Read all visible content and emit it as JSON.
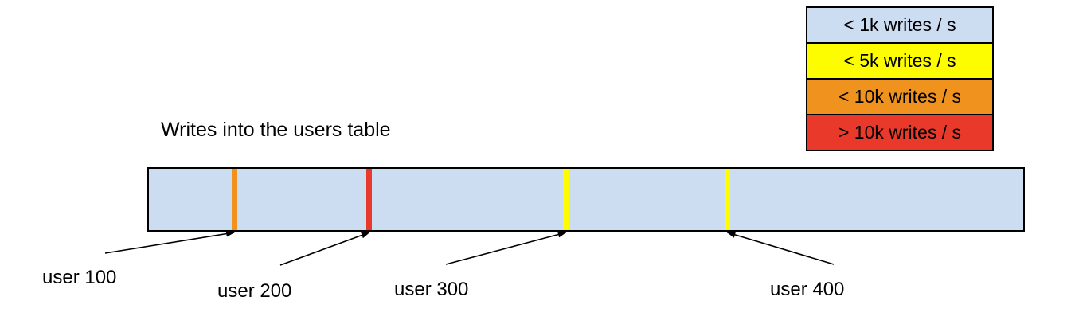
{
  "title": "Writes into the users table",
  "palette": {
    "light_blue": "#ccdcf1",
    "yellow": "#fdfd00",
    "orange": "#f0931e",
    "red": "#e8392a",
    "outline": "#000000"
  },
  "legend": {
    "items": [
      {
        "label": "< 1k writes / s",
        "color_key": "light_blue"
      },
      {
        "label": "< 5k writes / s",
        "color_key": "yellow"
      },
      {
        "label": "< 10k writes / s",
        "color_key": "orange"
      },
      {
        "label": "> 10k writes / s",
        "color_key": "red"
      }
    ]
  },
  "table_bar": {
    "fill_color_key": "light_blue",
    "markers": [
      {
        "label": "user 100",
        "position_frac": 0.099,
        "color_key": "orange",
        "write_rate": "< 10k writes / s"
      },
      {
        "label": "user 200",
        "position_frac": 0.253,
        "color_key": "red",
        "write_rate": "> 10k writes / s"
      },
      {
        "label": "user 300",
        "position_frac": 0.477,
        "color_key": "yellow",
        "write_rate": "< 5k writes / s"
      },
      {
        "label": "user 400",
        "position_frac": 0.661,
        "color_key": "yellow",
        "write_rate": "< 5k writes / s"
      }
    ]
  }
}
